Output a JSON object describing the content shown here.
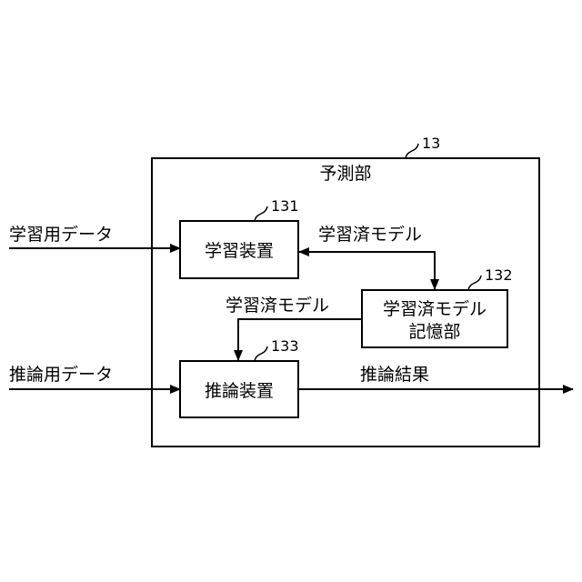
{
  "outer_box": {
    "title": "予測部",
    "ref": "13"
  },
  "learning_device": {
    "label": "学習装置",
    "ref": "131"
  },
  "model_storage": {
    "label_line1": "学習済モデル",
    "label_line2": "記憶部",
    "ref": "132"
  },
  "inference_device": {
    "label": "推論装置",
    "ref": "133"
  },
  "inputs": {
    "learning_data": "学習用データ",
    "inference_data": "推論用データ"
  },
  "flows": {
    "trained_model_to_storage": "学習済モデル",
    "trained_model_to_inference": "学習済モデル",
    "inference_result": "推論結果"
  }
}
